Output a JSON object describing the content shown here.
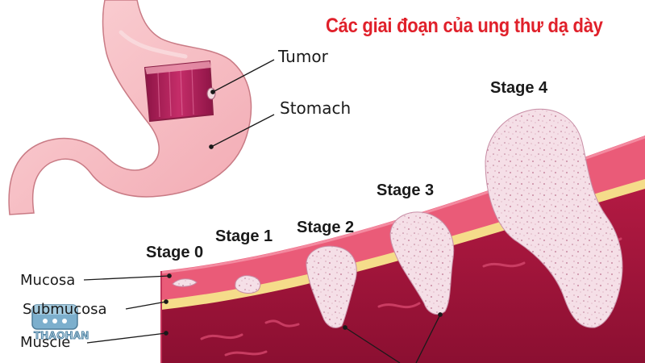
{
  "title": "Các giai đoạn của ung thư dạ dày",
  "callouts": {
    "tumor": "Tumor",
    "stomach": "Stomach"
  },
  "layers": {
    "mucosa": "Mucosa",
    "submucosa": "Submucosa",
    "muscle": "Muscle"
  },
  "stages": {
    "stage0": "Stage 0",
    "stage1": "Stage 1",
    "stage2": "Stage 2",
    "stage3": "Stage 3",
    "stage4": "Stage 4"
  },
  "watermark": "THAOHAN",
  "colors": {
    "stomach_fill": "#f6bcc2",
    "stomach_outline": "#c97b85",
    "tumor_cavity": "#b8245c",
    "mucosa": "#ea5b78",
    "submucosa": "#f5dc8a",
    "muscle": "#a8153c",
    "tumor_cells": "#f4dfe6",
    "title_red": "#e0202a"
  }
}
